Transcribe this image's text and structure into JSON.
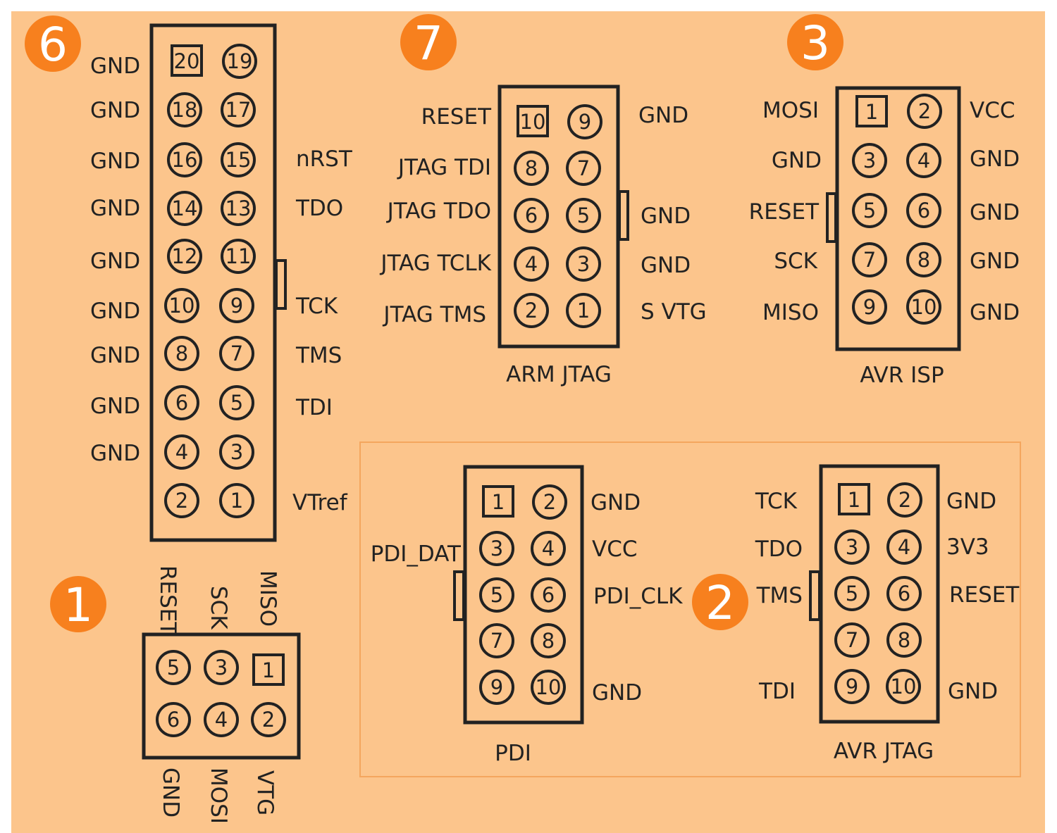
{
  "colors": {
    "background": "#FCC58C",
    "badge": "#F7801E",
    "badge_text": "#FFFFFF",
    "ink": "#222222",
    "group_border": "#F4A65E"
  },
  "connectors": {
    "c6": {
      "badge": "6",
      "pins": [
        "20",
        "19",
        "18",
        "17",
        "16",
        "15",
        "14",
        "13",
        "12",
        "11",
        "10",
        "9",
        "8",
        "7",
        "6",
        "5",
        "4",
        "3",
        "2",
        "1"
      ],
      "left_labels": [
        "GND",
        "GND",
        "GND",
        "GND",
        "GND",
        "GND",
        "GND",
        "GND",
        "GND"
      ],
      "right_labels": [
        "nRST",
        "TDO",
        "TCK",
        "TMS",
        "TDI",
        "VTref"
      ]
    },
    "c7": {
      "badge": "7",
      "title": "ARM JTAG",
      "pins": [
        "10",
        "9",
        "8",
        "7",
        "6",
        "5",
        "4",
        "3",
        "2",
        "1"
      ],
      "left_labels": [
        "RESET",
        "JTAG TDI",
        "JTAG TDO",
        "JTAG TCLK",
        "JTAG TMS"
      ],
      "right_labels": [
        "GND",
        "GND",
        "GND",
        "S VTG"
      ]
    },
    "c3": {
      "badge": "3",
      "title": "AVR ISP",
      "pins": [
        "1",
        "2",
        "3",
        "4",
        "5",
        "6",
        "7",
        "8",
        "9",
        "10"
      ],
      "left_labels": [
        "MOSI",
        "GND",
        "RESET",
        "SCK",
        "MISO"
      ],
      "right_labels": [
        "VCC",
        "GND",
        "GND",
        "GND",
        "GND"
      ]
    },
    "c1": {
      "badge": "1",
      "pins": [
        "5",
        "3",
        "1",
        "6",
        "4",
        "2"
      ],
      "top_labels": [
        "RESET",
        "SCK",
        "MISO"
      ],
      "bottom_labels": [
        "GND",
        "MOSI",
        "VTG"
      ]
    },
    "pdi": {
      "title": "PDI",
      "pins": [
        "1",
        "2",
        "3",
        "4",
        "5",
        "6",
        "7",
        "8",
        "9",
        "10"
      ],
      "left_labels": [
        "PDI_DAT"
      ],
      "right_labels": [
        "GND",
        "VCC",
        "PDI_CLK",
        "GND"
      ]
    },
    "c2": {
      "badge": "2",
      "title": "AVR JTAG",
      "pins": [
        "1",
        "2",
        "3",
        "4",
        "5",
        "6",
        "7",
        "8",
        "9",
        "10"
      ],
      "left_labels": [
        "TCK",
        "TDO",
        "TMS",
        "TDI"
      ],
      "right_labels": [
        "GND",
        "3V3",
        "RESET",
        "GND"
      ]
    }
  }
}
